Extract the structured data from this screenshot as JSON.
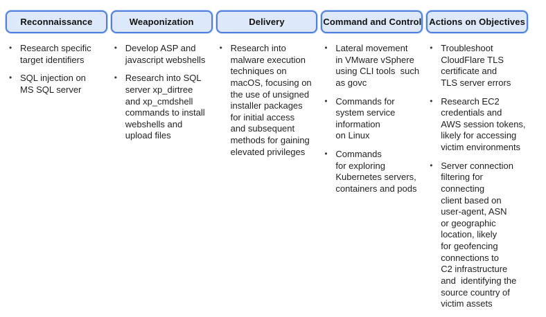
{
  "colors": {
    "header_bg": "#dde9fa",
    "header_border": "#4e7fe1",
    "header_glow": "#c9dcf8",
    "header_text": "#111111",
    "body_text": "#1f1f1f"
  },
  "columns": [
    {
      "id": "reconnaissance",
      "title": "Reconnaissance",
      "bullets": [
        "Research specific\ntarget identifiers",
        "SQL injection on\nMS SQL server"
      ]
    },
    {
      "id": "weaponization",
      "title": "Weaponization",
      "bullets": [
        "Develop ASP and\njavascript webshells",
        "Research into SQL\nserver xp_dirtree\nand xp_cmdshell\ncommands to install\nwebshells and\nupload files"
      ]
    },
    {
      "id": "delivery",
      "title": "Delivery",
      "bullets": [
        "Research into\nmalware execution\ntechniques on\nmacOS, focusing on\nthe use of unsigned\ninstaller packages\nfor initial access\nand subsequent\nmethods for gaining\nelevated privileges"
      ]
    },
    {
      "id": "command-and-control",
      "title": "Command and Control",
      "bullets": [
        "Lateral movement\nin VMware vSphere\nusing CLI tools  such\nas govc",
        "Commands for\nsystem service\ninformation\non Linux",
        "Commands\nfor exploring\nKubernetes servers,\ncontainers and pods"
      ]
    },
    {
      "id": "actions-on-objectives",
      "title": "Actions on Objectives",
      "bullets": [
        "Troubleshoot\nCloudFlare TLS\ncertificate and\nTLS server errors",
        "Research EC2\ncredentials and\nAWS session tokens,\nlikely for accessing\nvictim environments",
        "Server connection\nfiltering for\nconnecting\nclient based on\nuser-agent, ASN\nor geographic\nlocation, likely\nfor geofencing\nconnections to\nC2 infrastructure\nand  identifying the\nsource country of\nvictim assets"
      ]
    }
  ]
}
